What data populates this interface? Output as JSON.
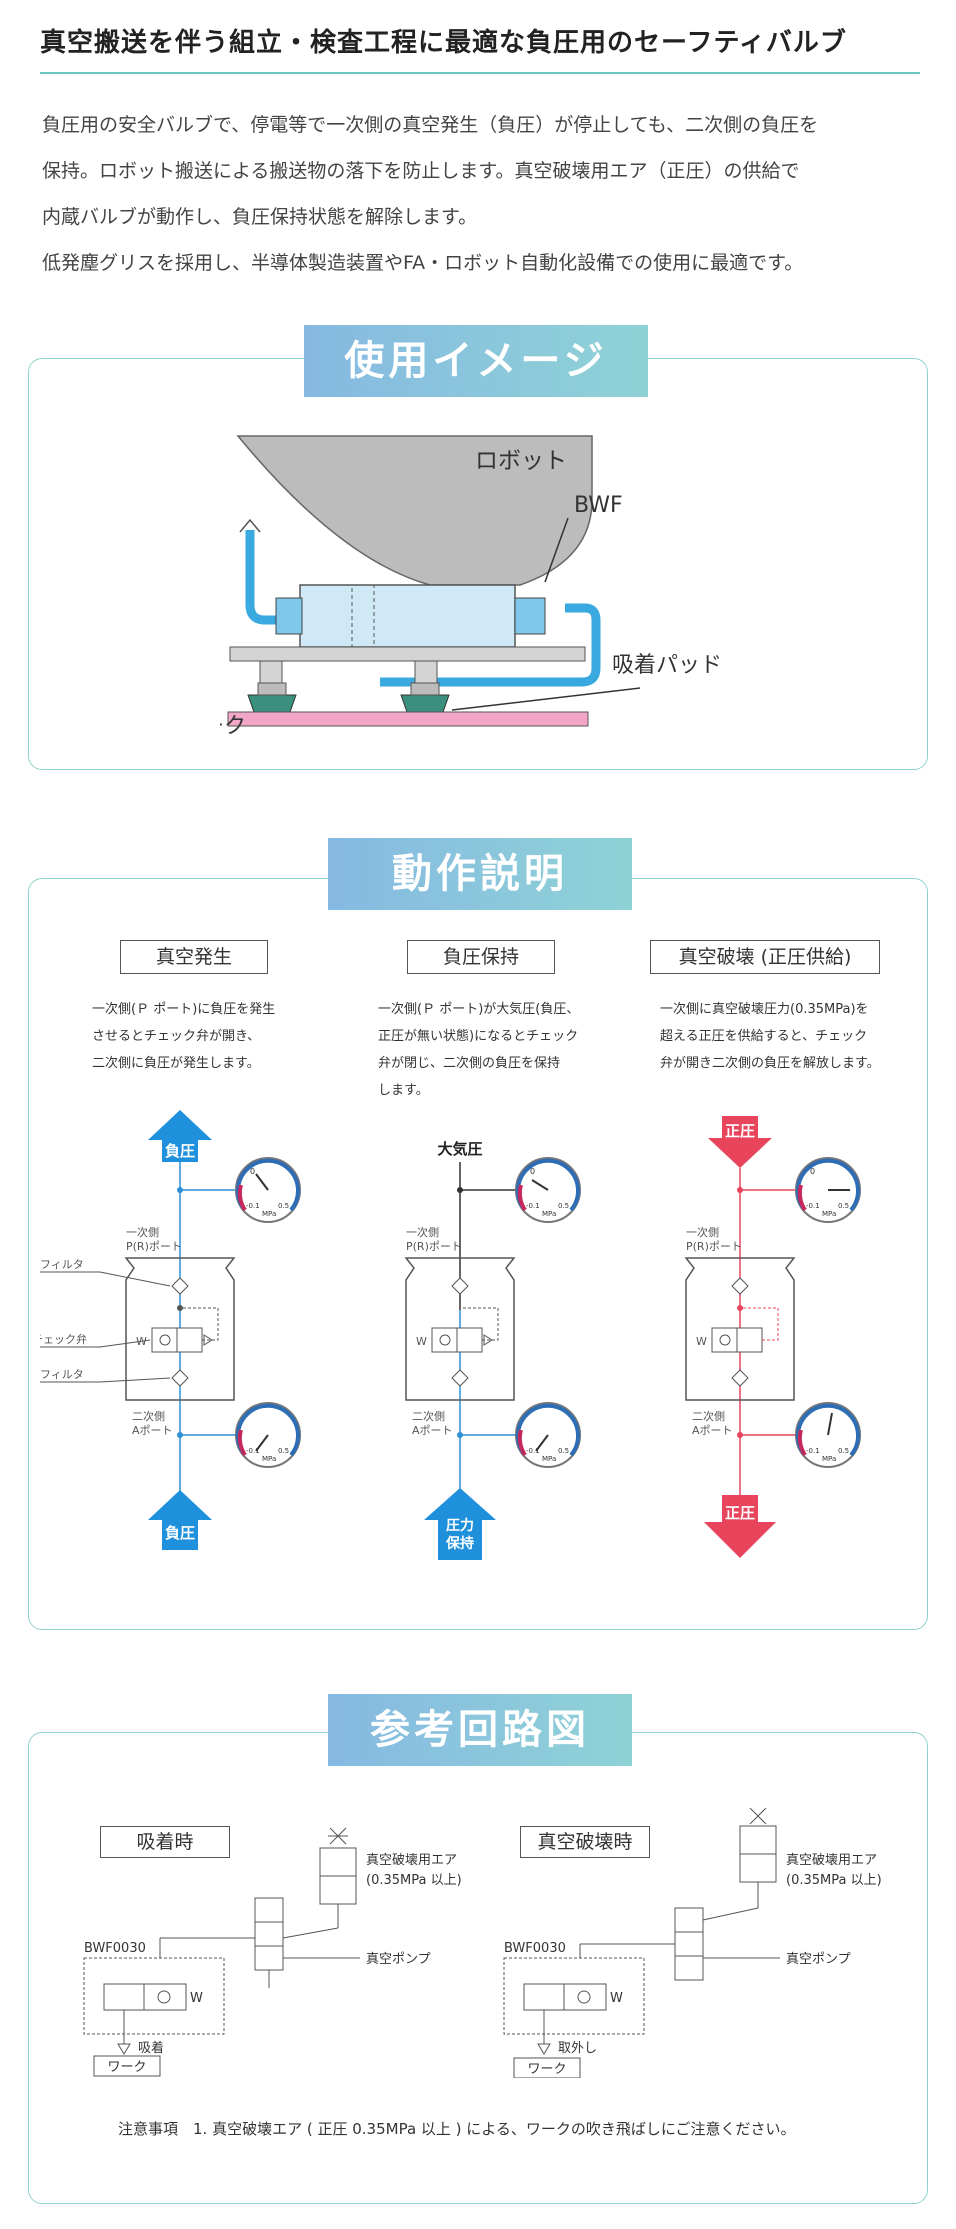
{
  "title": "真空搬送を伴う組立・検査工程に最適な負圧用のセーフティバルブ",
  "intro": [
    "負圧用の安全バルブで、停電等で一次側の真空発生（負圧）が停止しても、二次側の負圧を",
    "保持。ロボット搬送による搬送物の落下を防止します。真空破壊用エア（正圧）の供給で",
    "内蔵バルブが動作し、負圧保持状態を解除します。",
    "低発塵グリスを採用し、半導体製造装置やFA・ロボット自動化設備での使用に最適です。"
  ],
  "usage": {
    "heading": "使用イメージ",
    "labels": {
      "robot": "ロボット",
      "bwf": "BWF",
      "pad": "吸着パッド",
      "work": "ワーク"
    }
  },
  "operation": {
    "heading": "動作説明",
    "columns": [
      {
        "title": "真空発生",
        "desc": [
          "一次側(Ｐ ポート)に負圧を発生",
          "させるとチェック弁が開き、",
          "二次側に負圧が発生します。"
        ],
        "top": "負圧",
        "bottom": "負圧",
        "color": "#2f8fd6"
      },
      {
        "title": "負圧保持",
        "desc": [
          "一次側(Ｐ ポート)が大気圧(負圧、",
          "正圧が無い状態)になるとチェック",
          "弁が閉じ、二次側の負圧を保持",
          "します。"
        ],
        "top": "大気圧",
        "bottom": "圧力保持",
        "color": "#2f8fd6"
      },
      {
        "title": "真空破壊 (正圧供給)",
        "desc": [
          "一次側に真空破壊圧力(0.35MPa)を",
          "超える正圧を供給すると、チェック",
          "弁が開き二次側の負圧を解放します。"
        ],
        "top": "正圧",
        "bottom": "正圧",
        "color": "#e8455d"
      }
    ],
    "port_labels": {
      "primary": "一次側",
      "primary_port": "P(R)ポート",
      "secondary": "二次側",
      "secondary_port": "Aポート"
    },
    "component_labels": {
      "filter": "フィルタ",
      "check_valve": "チェック弁"
    },
    "gauge": {
      "min": "-0.1",
      "max": "0.5",
      "max_pos": "0.5",
      "unit": "MPa",
      "zero": "0"
    }
  },
  "circuit": {
    "heading": "参考回路図",
    "left": {
      "title": "吸着時",
      "model": "BWF0030",
      "air": "真空破壊用エア",
      "air_pressure": "(0.35MPa 以上)",
      "pump": "真空ポンプ",
      "action": "吸着",
      "work": "ワーク"
    },
    "right": {
      "title": "真空破壊時",
      "model": "BWF0030",
      "air": "真空破壊用エア",
      "air_pressure": "(0.35MPa 以上)",
      "pump": "真空ポンプ",
      "action": "取外し",
      "work": "ワーク"
    },
    "note": "注意事項　1. 真空破壊エア ( 正圧 0.35MPa 以上 ) による、ワークの吹き飛ばしにご注意ください。"
  }
}
